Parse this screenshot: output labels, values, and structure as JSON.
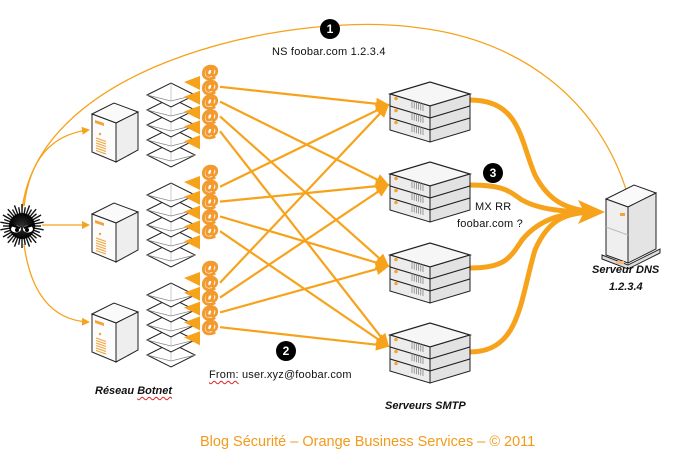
{
  "diagram": {
    "colors": {
      "flow": "#f7a21b",
      "flow_thick": "#f7a21b",
      "outline": "#1a1a1a",
      "server_face": "#f2f2f2",
      "accent_led": "#f2a33a",
      "footer_text": "#f39a1a",
      "badge_bg": "#000000",
      "badge_text": "#ffffff"
    },
    "steps": [
      {
        "number": "1",
        "label": "NS foobar.com 1.2.3.4"
      },
      {
        "number": "2",
        "label_prefix": "From:",
        "label_rest": " user.xyz@foobar.com"
      },
      {
        "number": "3",
        "label_line1": "MX RR",
        "label_line2": "foobar.com ?"
      }
    ],
    "nodes": {
      "attacker": {
        "icon": "virus-creature-icon"
      },
      "botnet": {
        "label_prefix": "Réseau ",
        "label_word": "Botnet",
        "hosts": 3,
        "envelopes_per_host": 5,
        "at_signs_per_host": 5
      },
      "smtp": {
        "label": "Serveurs SMTP",
        "count": 4
      },
      "dns": {
        "label_line1": "Serveur DNS",
        "label_line2": "1.2.3.4"
      }
    },
    "footer": "Blog Sécurité – Orange Business Services – © 2011"
  }
}
